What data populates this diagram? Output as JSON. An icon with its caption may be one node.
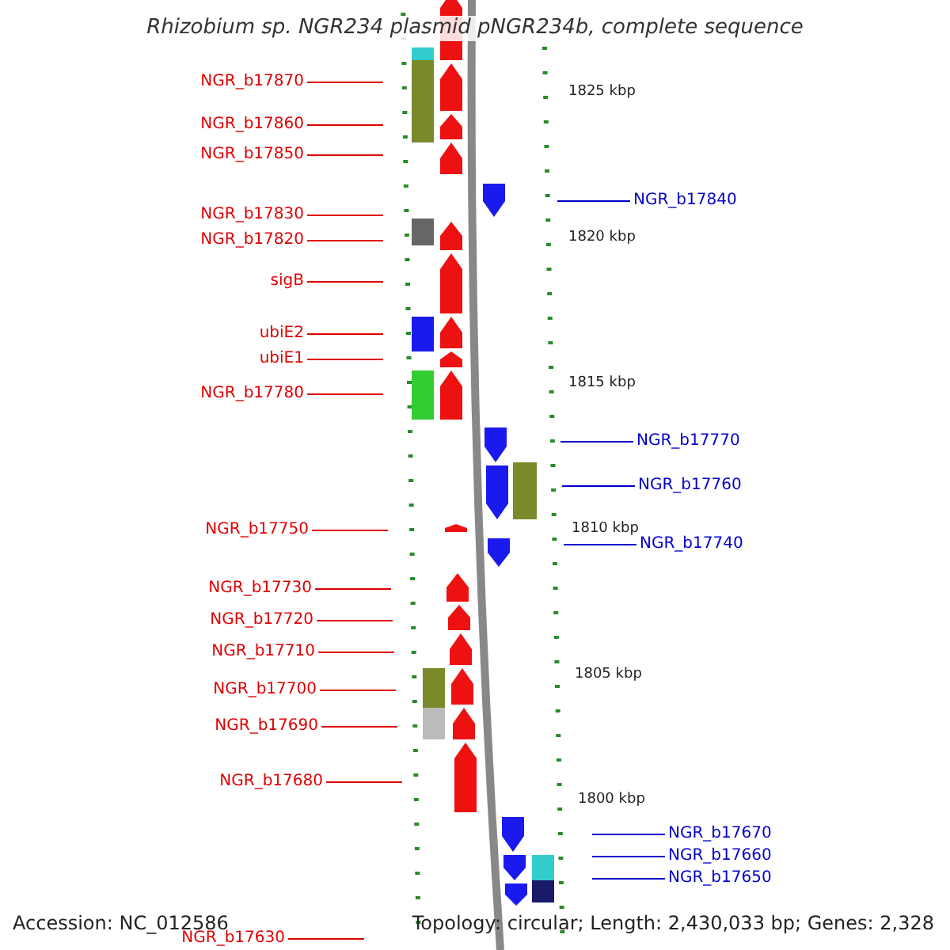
{
  "diagram": {
    "title": "Rhizobium sp. NGR234 plasmid pNGR234b, complete sequence",
    "nodes": [
      {
        "text": [
          "NGR_b17870"
        ]
      },
      {
        "text": [
          "NGR_b17860"
        ]
      },
      {
        "text": [
          "NGR_b17850"
        ]
      },
      {
        "text": [
          "NGR_b17840"
        ]
      },
      {
        "text": [
          "NGR_b17830"
        ]
      },
      {
        "text": [
          "NGR_b17820"
        ]
      },
      {
        "text": [
          "sigB"
        ]
      },
      {
        "text": [
          "ubiE2"
        ]
      },
      {
        "text": [
          "ubiE1"
        ]
      },
      {
        "text": [
          "NGR_b17780"
        ]
      },
      {
        "text": [
          "NGR_b17770"
        ]
      },
      {
        "text": [
          "NGR_b17760"
        ]
      },
      {
        "text": [
          "NGR_b17750"
        ]
      },
      {
        "text": [
          "NGR_b17740"
        ]
      },
      {
        "text": [
          "NGR_b17730"
        ]
      },
      {
        "text": [
          "NGR_b17720"
        ]
      },
      {
        "text": [
          "NGR_b17710"
        ]
      },
      {
        "text": [
          "NGR_b17700"
        ]
      },
      {
        "text": [
          "NGR_b17690"
        ]
      },
      {
        "text": [
          "NGR_b17680"
        ]
      },
      {
        "text": [
          "NGR_b17670"
        ]
      },
      {
        "text": [
          "NGR_b17660"
        ]
      },
      {
        "text": [
          "NGR_b17650"
        ]
      },
      {
        "text": [
          "NGR_b17630"
        ]
      }
    ],
    "edges": [
      {
        "from": 0,
        "to": null,
        "arrow": "none"
      },
      {
        "from": 1,
        "to": null,
        "arrow": "none"
      },
      {
        "from": 2,
        "to": null,
        "arrow": "none"
      },
      {
        "from": 3,
        "to": null,
        "arrow": "none",
        "color": "#0000cc"
      },
      {
        "from": 4,
        "to": null,
        "arrow": "none"
      },
      {
        "from": 5,
        "to": null,
        "arrow": "none"
      },
      {
        "from": 6,
        "to": null,
        "arrow": "none"
      },
      {
        "from": 7,
        "to": null,
        "arrow": "none"
      },
      {
        "from": 8,
        "to": null,
        "arrow": "none"
      },
      {
        "from": 9,
        "to": null,
        "arrow": "none"
      },
      {
        "from": 10,
        "to": null,
        "arrow": "none",
        "color": "#0000cc"
      },
      {
        "from": 11,
        "to": null,
        "arrow": "none",
        "color": "#0000cc"
      },
      {
        "from": 12,
        "to": null,
        "arrow": "none"
      },
      {
        "from": 13,
        "to": null,
        "arrow": "none",
        "color": "#0000cc"
      },
      {
        "from": 14,
        "to": null,
        "arrow": "none"
      },
      {
        "from": 15,
        "to": null,
        "arrow": "none"
      },
      {
        "from": 16,
        "to": null,
        "arrow": "none"
      },
      {
        "from": 17,
        "to": null,
        "arrow": "none"
      },
      {
        "from": 18,
        "to": null,
        "arrow": "none"
      },
      {
        "from": 19,
        "to": null,
        "arrow": "none"
      },
      {
        "from": 20,
        "to": null,
        "arrow": "none",
        "color": "#0000cc"
      },
      {
        "from": 21,
        "to": null,
        "arrow": "none",
        "color": "#0000cc"
      },
      {
        "from": 22,
        "to": null,
        "arrow": "none",
        "color": "#0000cc"
      },
      {
        "from": 23,
        "to": null,
        "arrow": "none"
      }
    ],
    "labels": [
      "1825 kbp",
      "1820 kbp",
      "1815 kbp",
      "1810 kbp",
      "1805 kbp",
      "1800 kbp",
      "Accession: NC_012586",
      "Topology: circular; Length: 2,430,033 bp; Genes: 2,328"
    ]
  }
}
